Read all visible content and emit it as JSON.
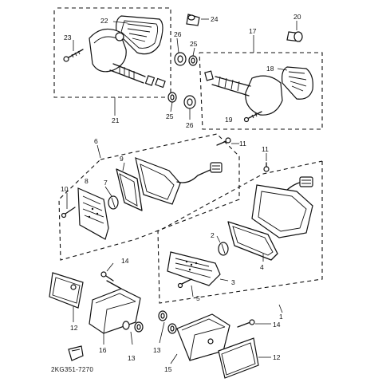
{
  "diagram": {
    "labels": {
      "l1": "1",
      "l2": "2",
      "l3": "3",
      "l4": "4",
      "l5": "5",
      "l6": "6",
      "l7": "7",
      "l8": "8",
      "l9": "9",
      "l10": "10",
      "l11a": "11",
      "l11b": "11",
      "l12a": "12",
      "l12b": "12",
      "l13a": "13",
      "l13b": "13",
      "l14a": "14",
      "l14b": "14",
      "l15": "15",
      "l16": "16",
      "l17": "17",
      "l18": "18",
      "l19": "19",
      "l20": "20",
      "l21": "21",
      "l22": "22",
      "l23": "23",
      "l24": "24",
      "l25a": "25",
      "l25b": "25",
      "l26a": "26",
      "l26b": "26"
    },
    "part_code": "2KG351-7270"
  }
}
